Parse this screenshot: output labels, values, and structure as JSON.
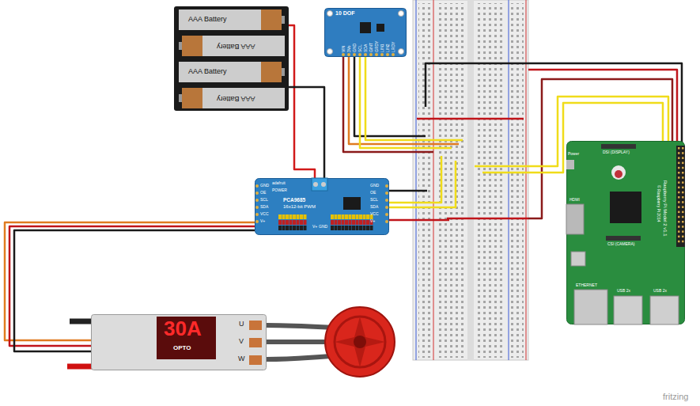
{
  "diagram": {
    "nodes": [
      {
        "text": [
          "AAA Battery",
          "AAA Battery",
          "AAA Battery",
          "AAA Battery"
        ]
      },
      {
        "text": [
          "10 DOF"
        ]
      },
      {
        "text": [
          "PCA9685",
          "16x12-bit PWM"
        ]
      },
      {
        "text": [
          "30A",
          "OPTO"
        ]
      },
      {
        "text": [
          "Raspberry Pi Model 2 v1.1",
          "© Raspberry Pi 2014"
        ]
      }
    ],
    "edges": [
      {
        "from": 0,
        "to": 2,
        "arrow": "none"
      },
      {
        "from": 0,
        "to": 2,
        "arrow": "none"
      },
      {
        "from": 2,
        "to": 3,
        "arrow": "none"
      },
      {
        "from": 2,
        "to": 3,
        "arrow": "none"
      },
      {
        "from": 2,
        "to": 3,
        "arrow": "none"
      }
    ],
    "labels": [
      "VIN",
      "3Vo",
      "GND",
      "SCL",
      "SDA",
      "GINT",
      "GRDY",
      "LIN1",
      "LIN2",
      "LRDY",
      "adafruit",
      "POWER",
      "GND",
      "OE",
      "SCL",
      "SDA",
      "VCC",
      "V+",
      "GND",
      "OE",
      "SCL",
      "SDA",
      "VCC",
      "V+",
      "V+",
      "GND",
      "U",
      "V",
      "W",
      "Power",
      "DSI (DISPLAY)",
      "HDMI",
      "CSI (CAMERA)",
      "ETHERNET",
      "USB 2x",
      "USB 2x",
      "fritzing"
    ]
  }
}
